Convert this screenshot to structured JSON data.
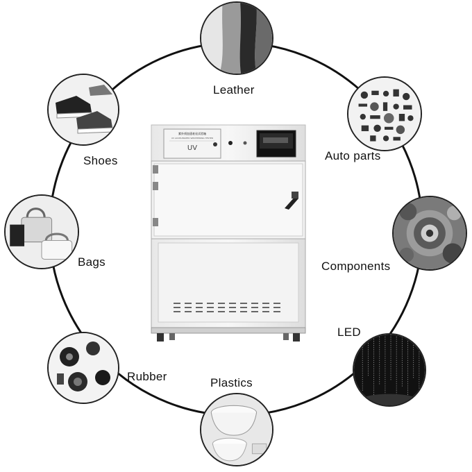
{
  "machine": {
    "panel_label": "UV",
    "brand_line_1": "紫外线加速老化试验箱",
    "brand_line_2": "UV ACCELERATED WEATHERING TESTER"
  },
  "applications": [
    {
      "id": "leather",
      "label": "Leather"
    },
    {
      "id": "auto-parts",
      "label": "Auto parts"
    },
    {
      "id": "components",
      "label": "Components"
    },
    {
      "id": "led",
      "label": "LED"
    },
    {
      "id": "plastics",
      "label": "Plastics"
    },
    {
      "id": "rubber",
      "label": "Rubber"
    },
    {
      "id": "bags",
      "label": "Bags"
    },
    {
      "id": "shoes",
      "label": "Shoes"
    }
  ]
}
